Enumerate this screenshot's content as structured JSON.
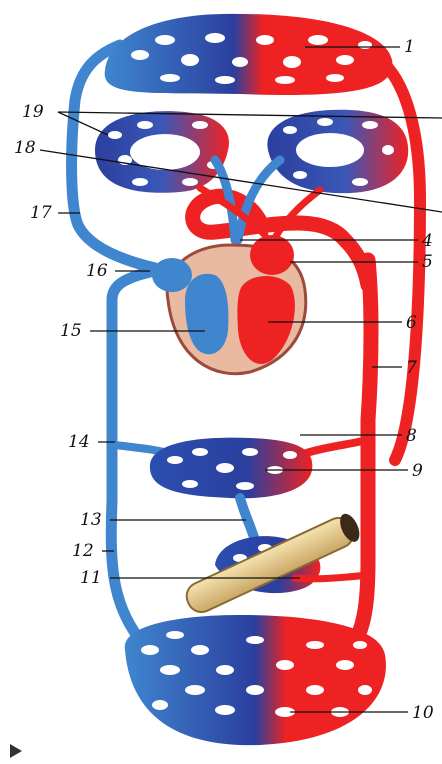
{
  "labels": {
    "l1": "1",
    "l4": "4",
    "l5": "5",
    "l6": "6",
    "l7": "7",
    "l8": "8",
    "l9": "9",
    "l10": "10",
    "l11": "11",
    "l12": "12",
    "l13": "13",
    "l14": "14",
    "l15": "15",
    "l16": "16",
    "l17": "17",
    "l18": "18",
    "l19": "19"
  },
  "colors": {
    "venous": "#3f86cf",
    "arterial": "#ee2222",
    "mixed": "#2b3f9e",
    "heart_wall": "#e9b9a2",
    "heart_wall_edge": "#9b4a3b",
    "gut": "#e8cf92"
  },
  "icons": {
    "play_marker": "play-triangle-icon"
  }
}
